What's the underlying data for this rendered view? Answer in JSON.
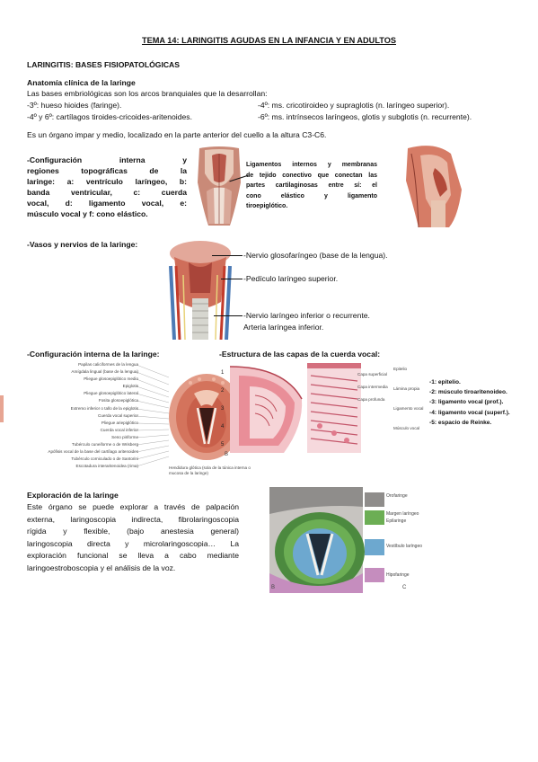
{
  "title": "TEMA 14: LARINGITIS AGUDAS EN LA INFANCIA Y EN ADULTOS",
  "section1": {
    "heading": "LARINGITIS: BASES FISIOPATOLÓGICAS",
    "subheading": "Anatomía clínica de la laringe",
    "intro": "Las bases embriológicas son los arcos branquiales que la desarrollan:",
    "arch3": "-3º: hueso hioides (faringe).",
    "arch4": "-4º: ms. cricotiroideo y supraglotis (n. laríngeo superior).",
    "arch46": "-4º y 6º: cartílagos tiroides-cricoides-aritenoides.",
    "arch6": "-6º: ms. intrínsecos laríngeos, glotis y subglotis (n. recurrente).",
    "organ": "Es un órgano impar y medio, localizado en la parte anterior del cuello a la altura C3-C6."
  },
  "config": {
    "lines": [
      "-Configuración interna y",
      "regiones topográficas de la",
      "laringe: a: ventrículo laríngeo, b:",
      "banda ventricular, c: cuerda",
      "vocal, d: ligamento vocal, e:",
      "músculo vocal y f: cono elástico."
    ],
    "ligament_lines": [
      "Ligamentos internos y membranas",
      "de tejido conectivo que conectan las",
      "partes cartilaginosas entre sí: el",
      "cono elástico y ligamento",
      "tiroepiglótico."
    ]
  },
  "vessels": {
    "heading": "-Vasos y nervios de la laringe:",
    "n1": "-Nervio glosofaríngeo (base de la lengua).",
    "n2": "-Pedículo laríngeo superior.",
    "n3": "-Nervio laríngeo inferior o recurrente.",
    "n4": "Arteria laríngea inferior."
  },
  "config2": {
    "heading": "-Configuración interna de la laringe:",
    "labels": [
      "Papilas caliciformes de la lengua",
      "Amígdala lingual (base de la lengua)",
      "Pliegue glosoepiglótico medio",
      "Epiglotis",
      "Pliegue glosoepiglótico lateral",
      "Fosita glosoepiglótica",
      "Extremo inferior o tallo de la epiglotis",
      "Cuerda vocal superior",
      "Pliegue ariepiglótico",
      "Cuerda vocal inferior",
      "Seno piriforme",
      "Tubérculo cuneiforme o de Wrisberg",
      "Apófisis vocal de la base del cartílago aritenoides",
      "Tubérculo corniculado o de Santorini",
      "Escotadura interaritenoidea (rima)"
    ],
    "caption": "Hendidura glótica (sola de la túnica interna o mucosa de la laringe)"
  },
  "capas": {
    "heading": "-Estructura de las capas de la cuerda vocal:",
    "nums": [
      "1",
      "2",
      "3",
      "4",
      "5"
    ],
    "layer_labels": [
      "Capa superficial",
      "Capa intermedia",
      "Capa profunda"
    ],
    "right_labels": [
      "Epitelio",
      "Lámina propia",
      "Ligamento vocal",
      "Músculo vocal"
    ],
    "legend": [
      "-1: epitelio.",
      "-2: músculo tiroaritenoideo.",
      "-3: ligamento vocal (prof.).",
      "-4: ligamento vocal (superf.).",
      "-5: espacio de Reinke."
    ],
    "fig_mark": "B"
  },
  "exploracion": {
    "heading": "Exploración de la laringe",
    "lines": [
      "Este órgano se puede explorar a través de palpación",
      "externa, laringoscopia indirecta, fibrolaringoscopia",
      "rígida y flexible, (bajo anestesia general)",
      "laringoscopia directa y microlaringoscopia… La",
      "exploración funcional se lleva a cabo mediante"
    ],
    "last": "laringoestroboscopia y el análisis de la voz.",
    "fig_labels": [
      "Orofaringe",
      "Margen laríngeo",
      "Epilaringe",
      "Vestíbulo laríngeo",
      "Hipofaringe"
    ],
    "fig_marks": [
      "B",
      "C"
    ],
    "fig_colors": [
      "#8f8d8b",
      "#6cae54",
      "#6da8cf",
      "#c58dbe"
    ]
  }
}
